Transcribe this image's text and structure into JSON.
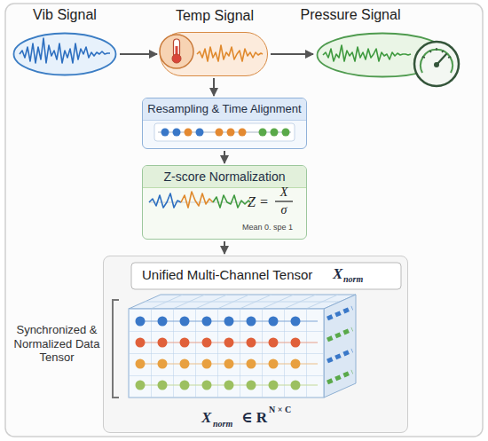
{
  "diagram": {
    "nodes": [
      {
        "text": [
          "Vib Signal"
        ]
      },
      {
        "text": [
          "Temp Signal"
        ]
      },
      {
        "text": [
          "Pressure Signal"
        ]
      },
      {
        "text": [
          "Resampling & Time Alignment"
        ]
      },
      {
        "text": [
          "Z-score Normalization",
          "Z =",
          "X",
          "σ",
          "Mean 0. spe 1"
        ]
      },
      {
        "text": [
          "Unified Multi-Channel Tensor",
          "X",
          "norm",
          "X",
          "norm",
          "∈ R",
          "N × C"
        ]
      }
    ],
    "edges": [
      {
        "from": 0,
        "to": 1,
        "arrow": "to"
      },
      {
        "from": 1,
        "to": 2,
        "arrow": "to"
      },
      {
        "from": 1,
        "to": 3,
        "arrow": "to"
      },
      {
        "from": 3,
        "to": 4,
        "arrow": "to"
      },
      {
        "from": 4,
        "to": 5,
        "arrow": "to"
      }
    ],
    "labels": [
      "Synchronized & Normalized Data Tensor"
    ]
  }
}
